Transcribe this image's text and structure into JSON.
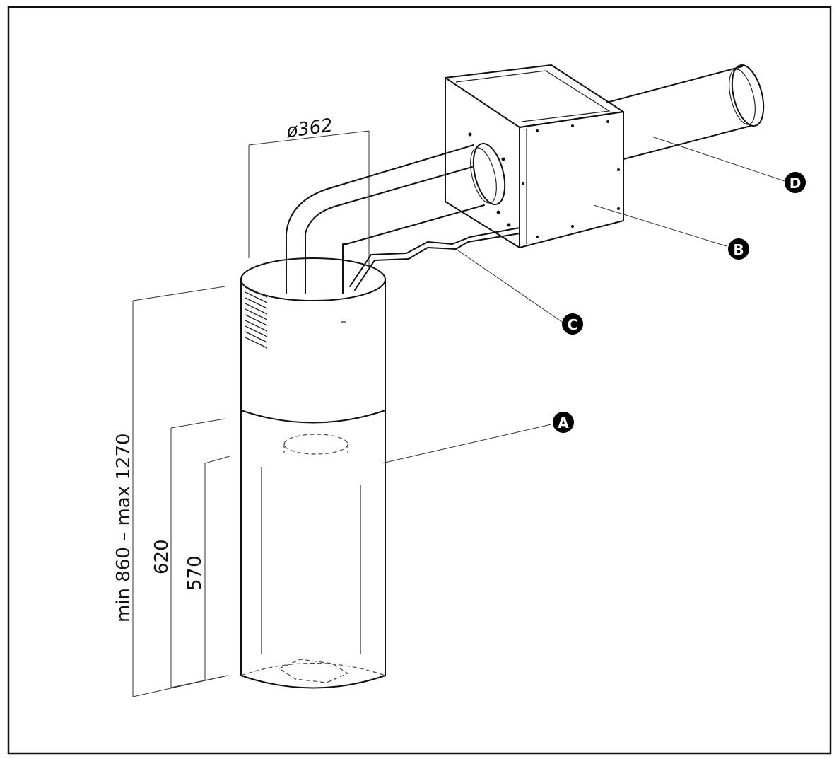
{
  "diameter_label": "ø362",
  "dimensions": {
    "total": "min 860 – max 1270",
    "mid": "620",
    "inner": "570"
  },
  "callouts": {
    "a": "A",
    "b": "B",
    "c": "C",
    "d": "D"
  }
}
